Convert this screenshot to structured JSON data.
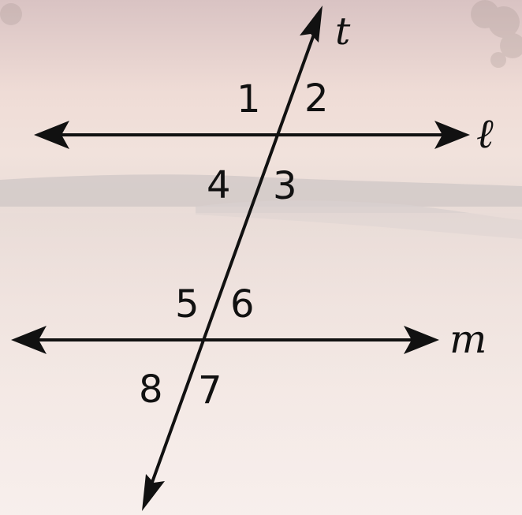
{
  "lines": {
    "transversal": "t",
    "top": "ℓ",
    "bottom": "m"
  },
  "angles": [
    "1",
    "2",
    "3",
    "4",
    "5",
    "6",
    "7",
    "8"
  ],
  "colors": {
    "stroke": "#111111",
    "background_top": "#d9c3c3",
    "background_bottom": "#f8f0ee"
  }
}
